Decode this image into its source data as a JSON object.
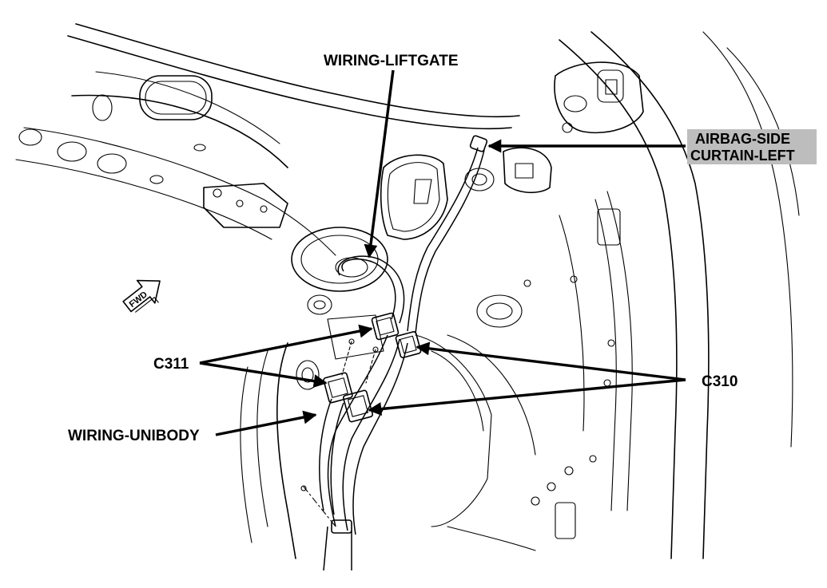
{
  "labels": {
    "wiring_liftgate": "WIRING-LIFTGATE",
    "airbag_line1": "AIRBAG-SIDE",
    "airbag_line2": "CURTAIN-LEFT",
    "c311": "C311",
    "c310": "C310",
    "wiring_unibody": "WIRING-UNIBODY",
    "fwd": "FWD"
  },
  "colors": {
    "ink": "#000000",
    "paper": "#ffffff",
    "label_highlight": "#bdbdbd"
  }
}
